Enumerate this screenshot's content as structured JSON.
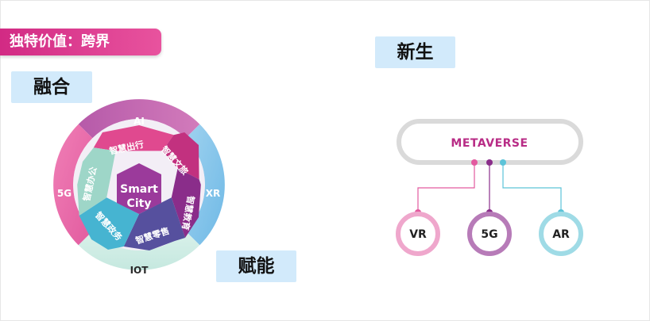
{
  "title": "独特价值：跨界",
  "tags": {
    "fusion": "融合",
    "newborn": "新生",
    "empower": "赋能"
  },
  "wheel": {
    "center": [
      "Smart",
      "City"
    ],
    "outer": {
      "top": "AI",
      "right": "XR",
      "bottom": "IOT",
      "left": "5G"
    },
    "segments": [
      "智慧出行",
      "智慧文旅",
      "智慧教育",
      "智慧零售",
      "智慧政务",
      "智慧办公"
    ]
  },
  "metaverse": {
    "label": "METAVERSE",
    "nodes": [
      "VR",
      "5G",
      "AR"
    ]
  },
  "colors": {
    "pink": "#d22a84",
    "purple": "#8a2d8a",
    "teal": "#5cc3d8",
    "light_blue": "#d2eafb"
  }
}
